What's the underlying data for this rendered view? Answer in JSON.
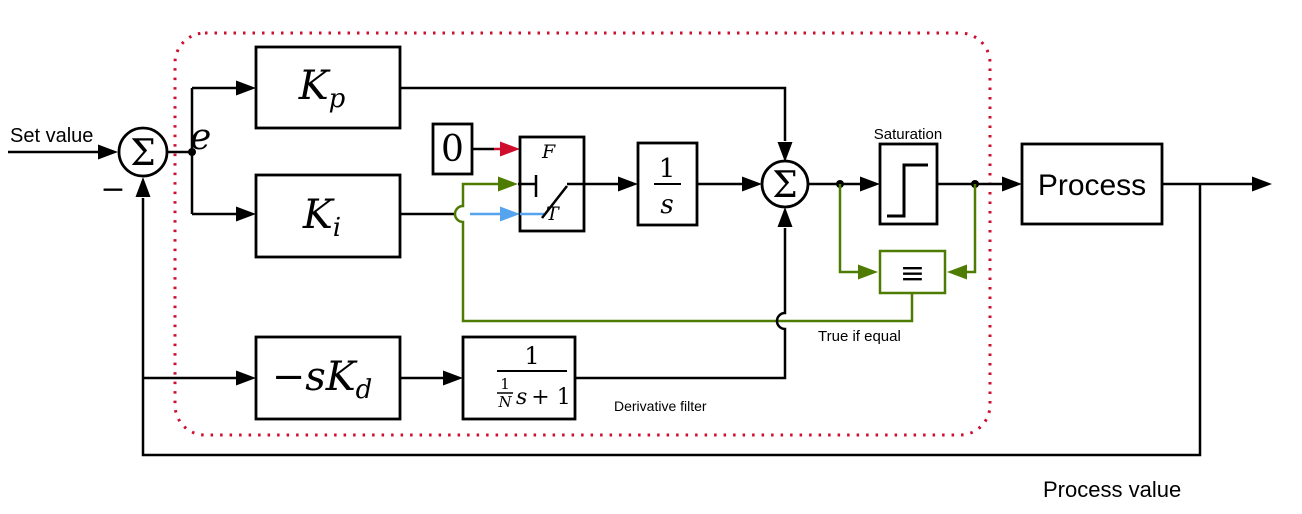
{
  "colors": {
    "red": "#cf0e2e",
    "green": "#4e7b02",
    "blue": "#57a4ee"
  },
  "labels": {
    "set_value": "Set value",
    "minus": "−",
    "sigma": "Σ",
    "error": "e",
    "zero": "0",
    "switch_false": "F",
    "switch_true": "T",
    "saturation": "Saturation",
    "equals": "≡",
    "true_if_equal": "True if equal",
    "derivative_filter": "Derivative filter",
    "process": "Process",
    "process_value": "Process value"
  },
  "blocks": {
    "kp": {
      "main": "K",
      "sub": "p"
    },
    "ki": {
      "main": "K",
      "sub": "i"
    },
    "kd": {
      "main": "−sK",
      "sub": "d"
    },
    "integrator": {
      "num": "1",
      "den": "s"
    },
    "filter": {
      "num": "1",
      "nested_num": "1",
      "nested_den": "N",
      "den_s": "s",
      "den_rest": "+ 1"
    }
  }
}
